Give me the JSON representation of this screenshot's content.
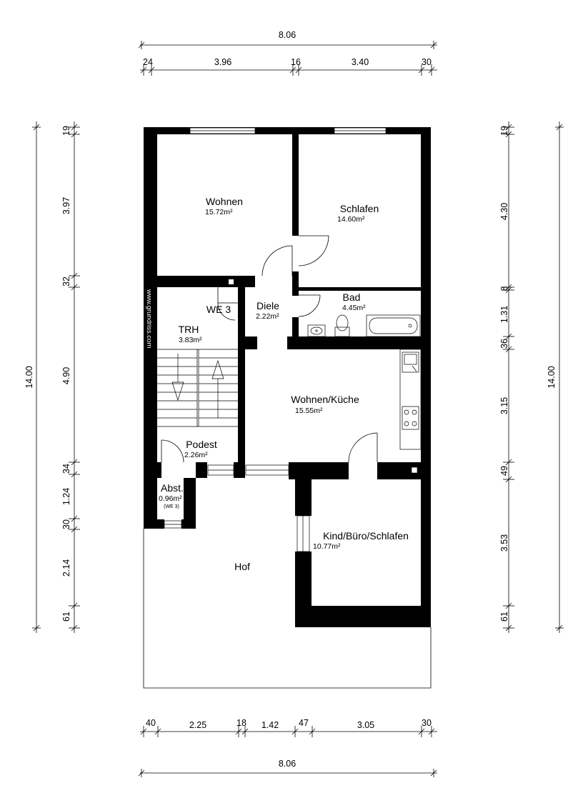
{
  "dimensions": {
    "top": {
      "total": "8.06",
      "parts": [
        "24",
        "3.96",
        "16",
        "3.40",
        "30"
      ]
    },
    "bottom": {
      "total": "8.06",
      "parts": [
        "40",
        "2.25",
        "18",
        "1.42",
        "47",
        "3.05",
        "30"
      ]
    },
    "left": {
      "total": "14.00",
      "parts": [
        "19",
        "3.97",
        "32",
        "4.90",
        "34",
        "1.24",
        "30",
        "2.14",
        "61"
      ]
    },
    "right": {
      "total": "14.00",
      "parts": [
        "19",
        "4.30",
        "8",
        "1.31",
        "36",
        "3.15",
        "49",
        "3.53",
        "61"
      ]
    }
  },
  "rooms": {
    "wohnen": {
      "name": "Wohnen",
      "area": "15.72m²"
    },
    "schlafen": {
      "name": "Schlafen",
      "area": "14.60m²"
    },
    "diele": {
      "name": "Diele",
      "area": "2.22m²"
    },
    "bad": {
      "name": "Bad",
      "area": "4.45m²"
    },
    "trh": {
      "name": "TRH",
      "area": "3.83m²"
    },
    "we3": {
      "name": "WE 3"
    },
    "wohnkueche": {
      "name": "Wohnen/Küche",
      "area": "15.55m²"
    },
    "podest": {
      "name": "Podest",
      "area": "2.26m²"
    },
    "abst": {
      "name": "Abst.",
      "area": "0.96m²",
      "note": "(WE 3)"
    },
    "kind": {
      "name": "Kind/Büro/Schlafen",
      "area": "10.77m²"
    },
    "hof": {
      "name": "Hof"
    }
  },
  "watermark": "www.grundriss.com"
}
